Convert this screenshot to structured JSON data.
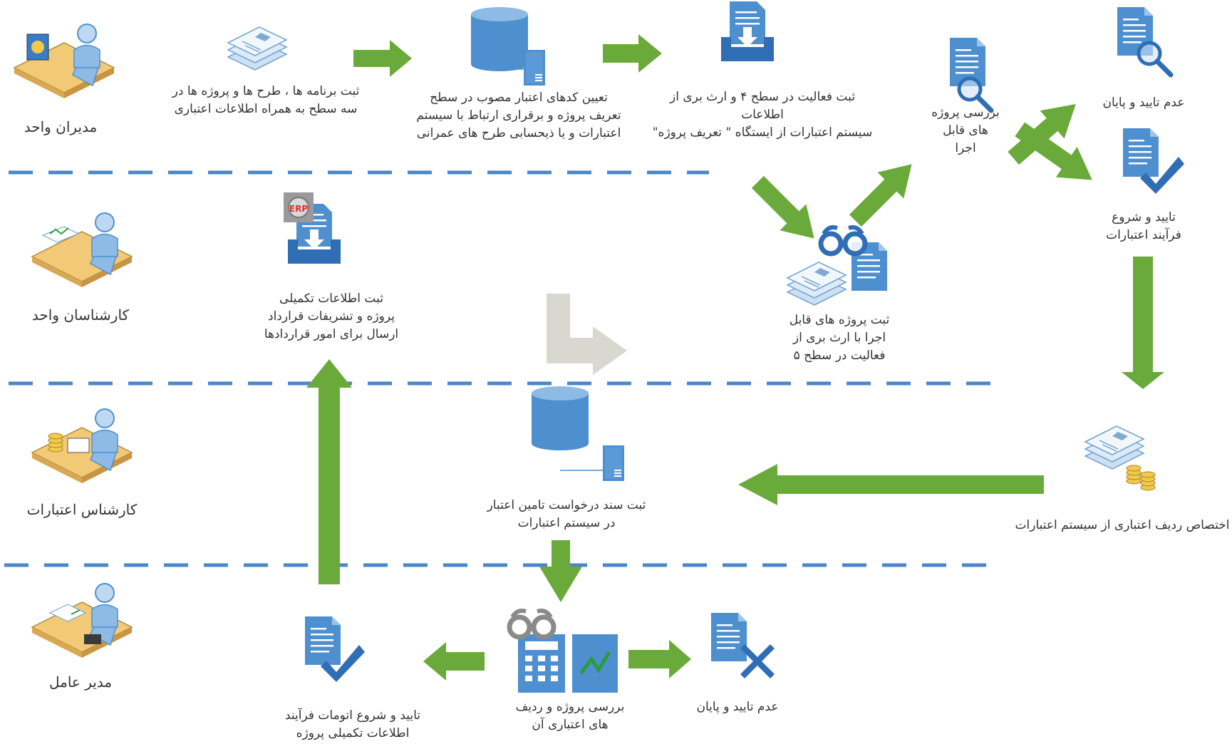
{
  "lanes": [
    {
      "label": "مدیران واحد"
    },
    {
      "label": "کارشناسان واحد"
    },
    {
      "label": "کارشناس اعتبارات"
    },
    {
      "label": "مدیر عامل"
    }
  ],
  "steps": {
    "register_programs": "ثبت برنامه ها ، طرح ها و پروژه ها در\nسه سطح به همراه اطلاعات اعتباری",
    "assign_codes": "تعیین کدهای اعتبار مصوب در سطح\nتعریف پروژه و برقراری ارتباط با سیستم\nاعتبارات و یا ذیحسابی طرح های عمرانی",
    "register_activity": "ثبت فعالیت در سطح ۴ و ارث بری از اطلاعات\nسیستم اعتبارات از ایستگاه \" تعریف پروژه\"",
    "review_feasible": "بررسی پروژه\nهای قابل\nاجرا",
    "reject_end_top": "عدم تایید و پایان",
    "approve_start": "تایید و شروع\nفرآیند اعتبارات",
    "register_feasible": "ثبت پروژه های قابل\nاجرا    با ارث بری از\nفعالیت در سطح ۵",
    "supplementary_info": "ثبت اطلاعات تکمیلی\nپروژه و تشریفات قرارداد\nارسال برای امور قراردادها",
    "allocate_credit": "اختصاص ردیف اعتباری از سیستم اعتبارات",
    "credit_request": "ثبت سند درخواست تامین اعتبار\nدر سیستم اعتبارات",
    "review_project_rows": "بررسی پروژه و ردیف\nهای اعتباری آن",
    "reject_end_bottom": "عدم تایید و پایان",
    "approve_automation": "تایید و شروع اتومات فرآیند\nاطلاعات تکمیلی پروژه"
  },
  "badge": "ERP",
  "colors": {
    "arrow": "#6aaa3a",
    "arrow_inactive": "#d8d8d0",
    "divider": "#4a86c8",
    "icon": "#4e8fd0",
    "title_fragment": "#f28a2c"
  }
}
